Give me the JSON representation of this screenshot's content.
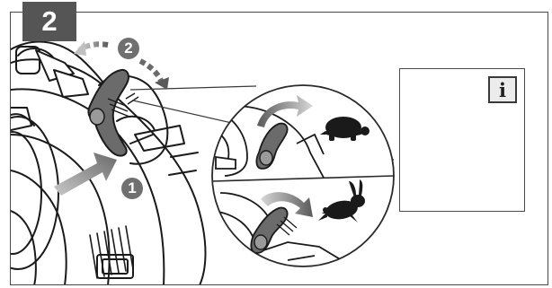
{
  "step_number": "2",
  "callouts": {
    "press_lever": "1",
    "rotate_lever": "2"
  },
  "info_symbol": "i",
  "icons": {
    "slow_speed": "turtle-icon",
    "fast_speed": "rabbit-icon"
  },
  "colors": {
    "step_badge": "#555555",
    "callout_circle": "#707070",
    "lever": "#6b6b6b",
    "arrow_gradient_light": "#c8c8c8",
    "arrow_gradient_dark": "#6a6a6a",
    "line_art": "#1a1a1a"
  }
}
